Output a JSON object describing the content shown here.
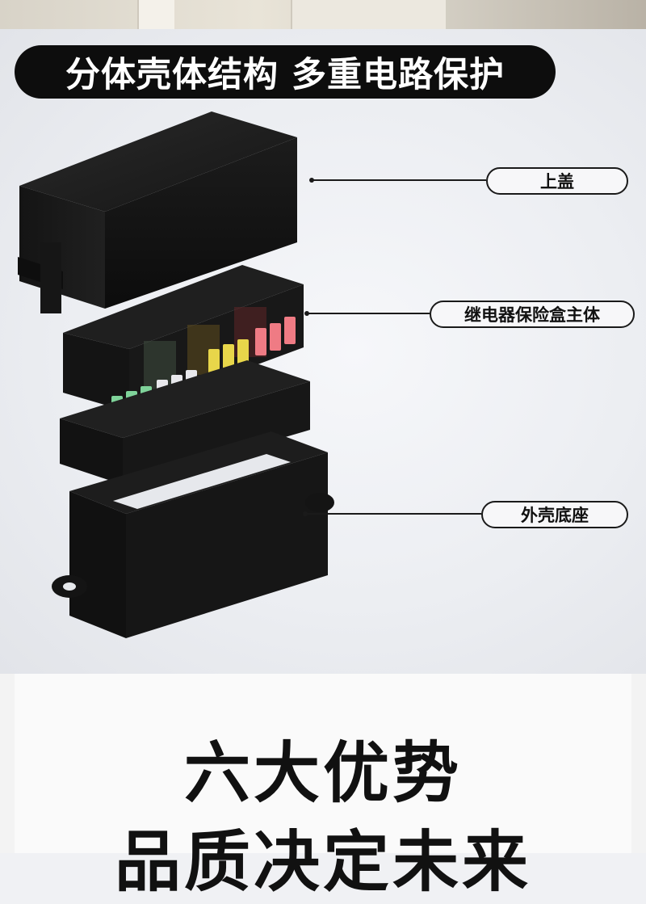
{
  "headline": "分体壳体结构 多重电路保护",
  "callouts": {
    "cover": "上盖",
    "main_body": "继电器保险盒主体",
    "base": "外壳底座"
  },
  "section_title": "六大优势",
  "section_subtitle": "品质决定未来",
  "colors": {
    "headline_bg": "#0d0d0d",
    "housing": "#1a1a1a",
    "fuse_green": "#7fd39a",
    "fuse_clear": "#e8e8ec",
    "fuse_yellow": "#e8d64a",
    "fuse_red": "#ef7b84"
  }
}
